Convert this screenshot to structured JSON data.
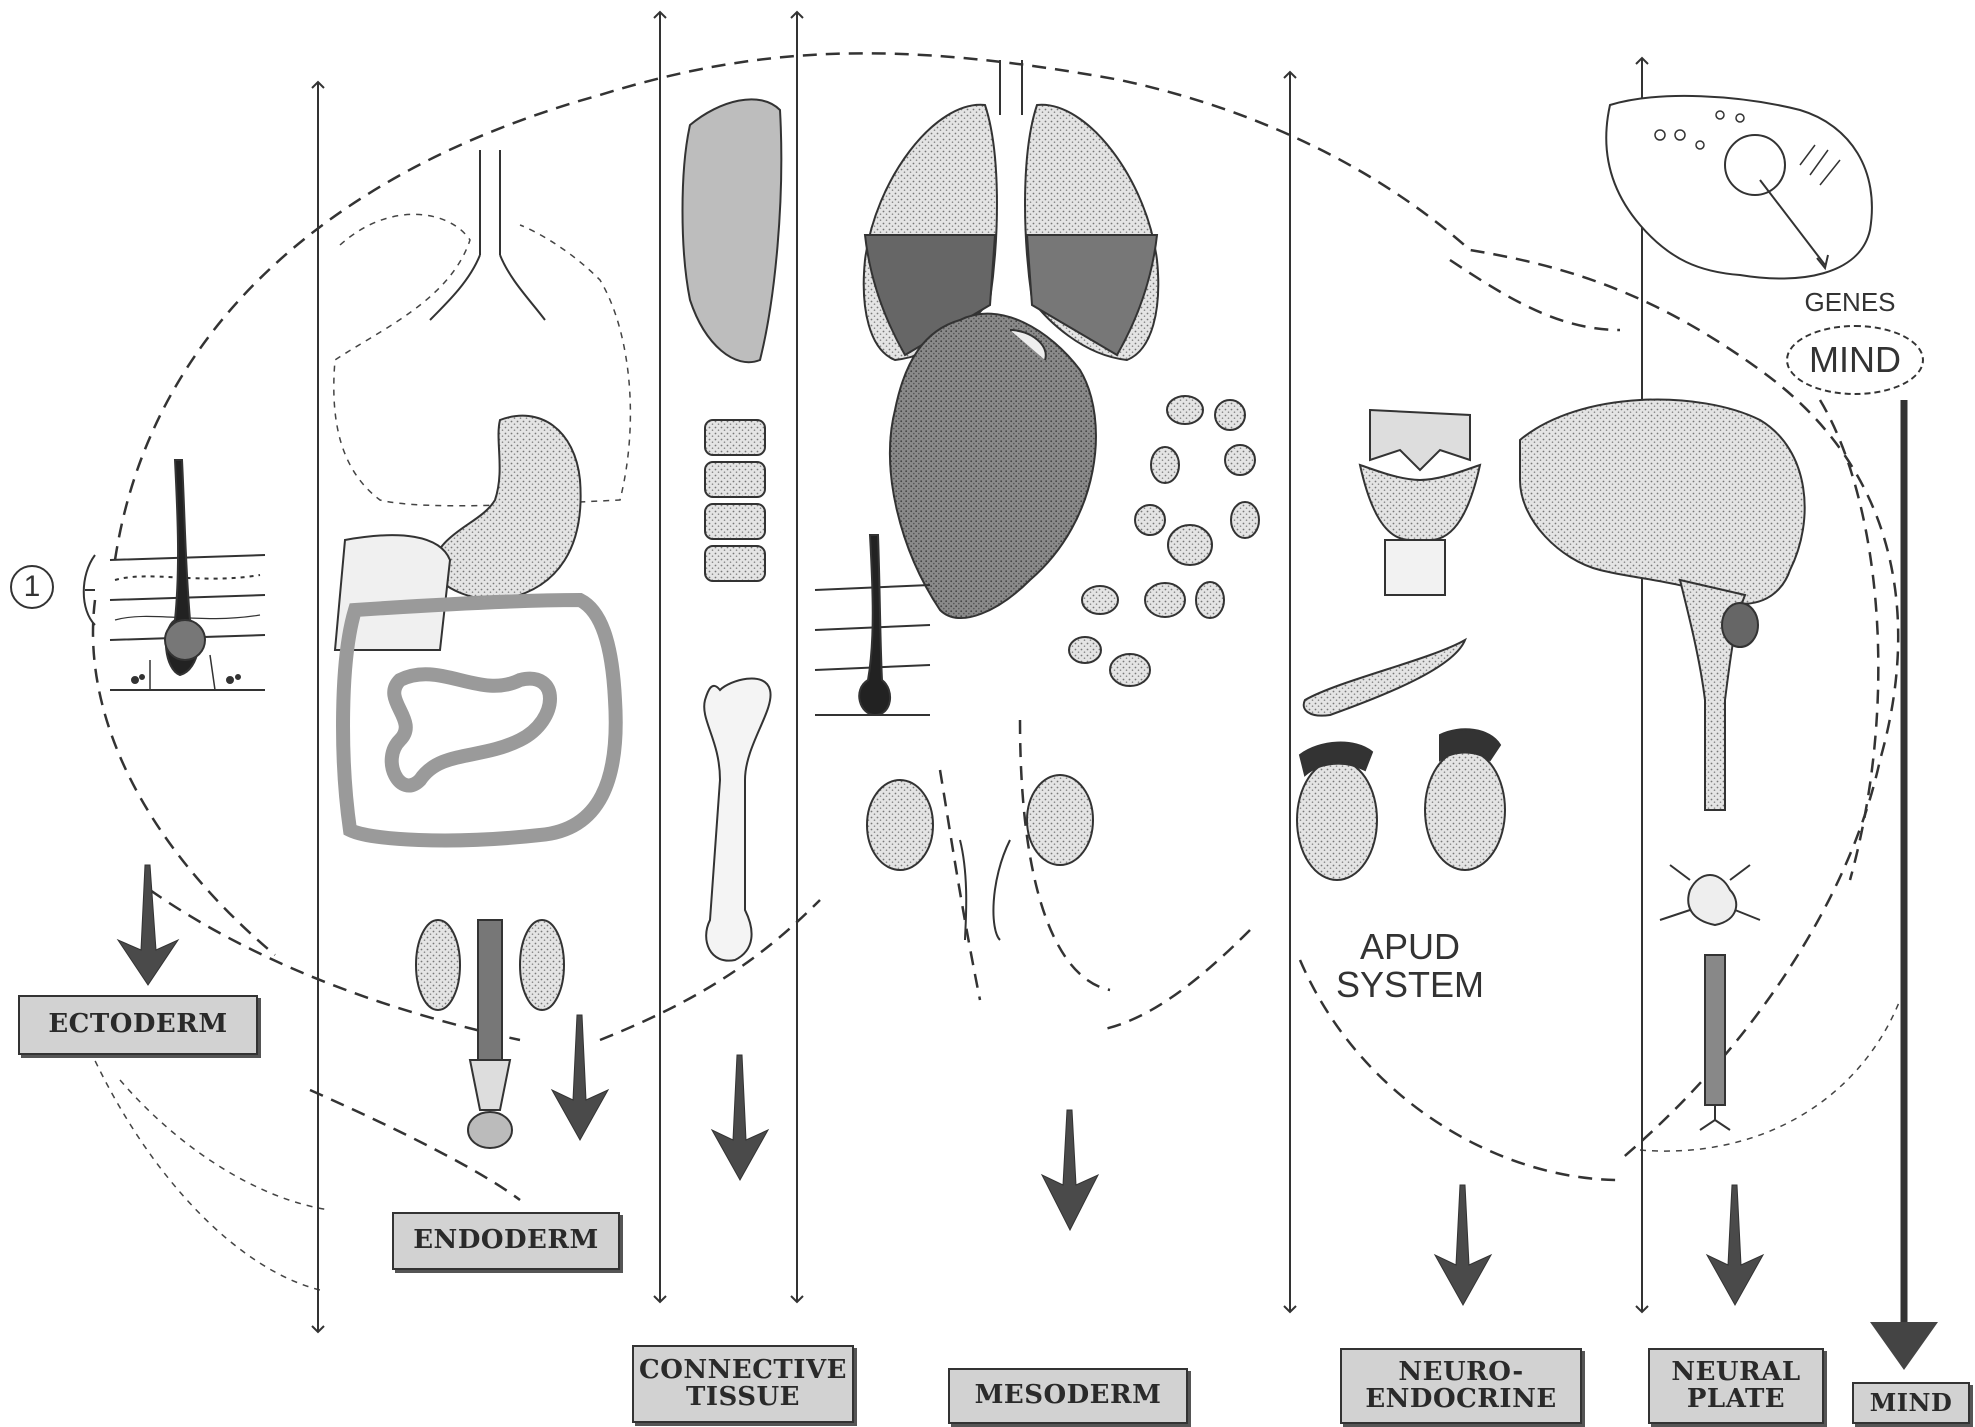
{
  "marker": {
    "number": "1"
  },
  "annotations": {
    "genes": "GENES",
    "mind": "MIND",
    "apud_line1": "APUD",
    "apud_line2": "SYSTEM"
  },
  "labels": {
    "ectoderm": "ECTODERM",
    "endoderm": "ENDODERM",
    "connective_line1": "CONNECTIVE",
    "connective_line2": "TISSUE",
    "mesoderm": "MESODERM",
    "neuroendocrine_line1": "NEURO-",
    "neuroendocrine_line2": "ENDOCRINE",
    "neural_line1": "NEURAL",
    "neural_line2": "PLATE",
    "mind": "MIND"
  }
}
